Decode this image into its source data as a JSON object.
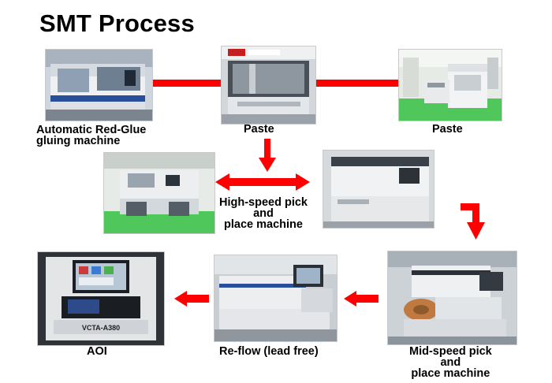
{
  "title": "SMT Process",
  "colors": {
    "arrow": "#ff0000",
    "floor_green": "#4fc75a",
    "machine_white": "#e9ecef",
    "machine_blue": "#2a4f9a"
  },
  "steps": [
    {
      "caption": "Automatic Red-Glue gluing machine",
      "line1": "Automatic Red-Glue",
      "line2": "gluing machine"
    },
    {
      "caption": "Paste"
    },
    {
      "caption": "Paste"
    },
    {
      "caption": "High-speed pick and place machine",
      "line1": "High-speed pick",
      "line2": "and",
      "line3": "place machine"
    },
    {
      "caption": "Mid-speed pick and place machine",
      "line1": "Mid-speed pick",
      "line2": "and",
      "line3": "place machine"
    },
    {
      "caption": "Re-flow (lead free)"
    },
    {
      "caption": "AOI"
    }
  ],
  "machine_labels": {
    "aoi_model": "VCTA-A380"
  }
}
